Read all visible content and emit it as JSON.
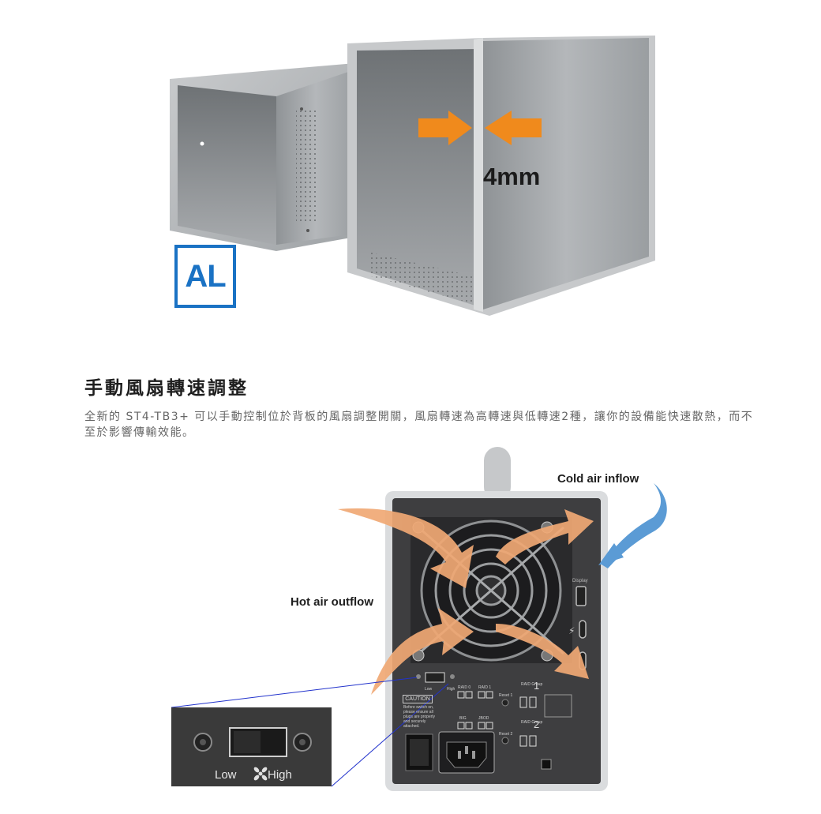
{
  "hero": {
    "thickness_label": "4mm",
    "material_badge": "AL"
  },
  "section": {
    "title": "手動風扇轉速調整",
    "description": "全新的 ST4-TB3+ 可以手動控制位於背板的風扇調整開關，風扇轉速為高轉速與低轉速2種，讓你的設備能快速散熱，而不至於影響傳輸效能。"
  },
  "diagram": {
    "cold_air_label": "Cold air inflow",
    "hot_air_label": "Hot air outflow",
    "switch_low": "Low",
    "switch_high": "High",
    "panel": {
      "caution": "CAUTION",
      "caution_text": "Before switch on, please ensure all plugs are properly and securely attached.",
      "display": "Display",
      "raid0": "RAID 0",
      "raid1": "RAID 1",
      "big": "BIG",
      "jbod": "JBOD",
      "reset1": "Reset 1",
      "reset2": "Reset 2",
      "raid_group": "RAID Group",
      "group1": "1",
      "group2": "2",
      "switch_low": "Low",
      "switch_high": "High"
    }
  },
  "colors": {
    "badge_blue": "#1a72c4",
    "arrow_orange": "#f08a1c",
    "hot_air": "#f0a874",
    "cold_air": "#5b9bd5"
  }
}
